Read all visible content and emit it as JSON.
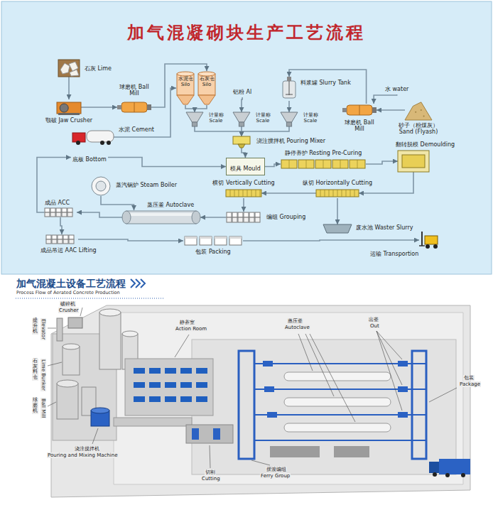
{
  "diagram": {
    "title": "加气混凝砌块生产工艺流程",
    "nodes": [
      {
        "text": [
          "石灰 Lime"
        ]
      },
      {
        "text": [
          "颚破 Jaw Crusher"
        ]
      },
      {
        "text": [
          "球磨机 Ball Mill"
        ]
      },
      {
        "text": [
          "水泥仓 Silo"
        ]
      },
      {
        "text": [
          "石灰仓 Silo"
        ]
      },
      {
        "text": [
          "铝粉 Al"
        ]
      },
      {
        "text": [
          "料浆罐 Slurry Tank"
        ]
      },
      {
        "text": [
          "水 water"
        ]
      },
      {
        "text": [
          "球磨机 Ball Mill"
        ]
      },
      {
        "text": [
          "砂子（粉煤灰） Sand (Flyash)"
        ]
      },
      {
        "text": [
          "计量称 Scale"
        ]
      },
      {
        "text": [
          "计量称 Scale"
        ]
      },
      {
        "text": [
          "计量称 Scale"
        ]
      },
      {
        "text": [
          "水泥 Cement"
        ]
      },
      {
        "text": [
          "浇注搅拌机 Pouring Mixer"
        ]
      },
      {
        "text": [
          "底板 Bottom"
        ]
      },
      {
        "text": [
          "模具 Mould"
        ]
      },
      {
        "text": [
          "静停养护 Resting Pre-Curing"
        ]
      },
      {
        "text": [
          "翻转脱模 Demoulding"
        ]
      },
      {
        "text": [
          "蒸汽锅炉 Steam Boiler"
        ]
      },
      {
        "text": [
          "横切 Vertically Cutting"
        ]
      },
      {
        "text": [
          "纵切 Horizontally Cutting"
        ]
      },
      {
        "text": [
          "成品 ACC"
        ]
      },
      {
        "text": [
          "蒸压釜 Autoclave"
        ]
      },
      {
        "text": [
          "编组 Grouping"
        ]
      },
      {
        "text": [
          "废水池 Waster Slurry"
        ]
      },
      {
        "text": [
          "成品吊运 AAC Lifting"
        ]
      },
      {
        "text": [
          "包装 Packing"
        ]
      },
      {
        "text": [
          "运输 Transportion"
        ]
      }
    ],
    "edges": [
      {
        "from": 0,
        "to": 1,
        "arrow": "to"
      },
      {
        "from": 1,
        "to": 2,
        "arrow": "to"
      },
      {
        "from": 2,
        "to": 4,
        "arrow": "to"
      },
      {
        "from": 13,
        "to": 3,
        "arrow": "to"
      },
      {
        "from": 3,
        "to": 10,
        "arrow": "to"
      },
      {
        "from": 4,
        "to": 10,
        "arrow": "to"
      },
      {
        "from": 5,
        "to": 11,
        "arrow": "to"
      },
      {
        "from": 9,
        "to": 8,
        "arrow": "to"
      },
      {
        "from": 7,
        "to": 8,
        "arrow": "to"
      },
      {
        "from": 8,
        "to": 6,
        "arrow": "to"
      },
      {
        "from": 6,
        "to": 12,
        "arrow": "to"
      },
      {
        "from": 10,
        "to": 14,
        "arrow": "to"
      },
      {
        "from": 11,
        "to": 14,
        "arrow": "to"
      },
      {
        "from": 12,
        "to": 14,
        "arrow": "to"
      },
      {
        "from": 14,
        "to": 16,
        "arrow": "to"
      },
      {
        "from": 15,
        "to": 16,
        "arrow": "to"
      },
      {
        "from": 22,
        "to": 15,
        "arrow": "to"
      },
      {
        "from": 16,
        "to": 17,
        "arrow": "to"
      },
      {
        "from": 17,
        "to": 18,
        "arrow": "to"
      },
      {
        "from": 18,
        "to": 21,
        "arrow": "to"
      },
      {
        "from": 21,
        "to": 20,
        "arrow": "to"
      },
      {
        "from": 21,
        "to": 25,
        "arrow": "to"
      },
      {
        "from": 20,
        "to": 24,
        "arrow": "to"
      },
      {
        "from": 24,
        "to": 23,
        "arrow": "to"
      },
      {
        "from": 19,
        "to": 23,
        "arrow": "to"
      },
      {
        "from": 23,
        "to": 22,
        "arrow": "to"
      },
      {
        "from": 22,
        "to": 26,
        "arrow": "to"
      },
      {
        "from": 26,
        "to": 27,
        "arrow": "to"
      },
      {
        "from": 27,
        "to": 28,
        "arrow": "to"
      }
    ],
    "labels": [
      "加气混凝土设备工艺流程",
      "Process Flow of Aerated Concrete Production",
      "破碎机",
      "Crusher",
      "提升机",
      "Elevator",
      "石灰料仓",
      "Lime Bunker",
      "球磨机",
      "Ball Mill",
      "静养室",
      "Action Room",
      "蒸压釜",
      "Autoclave",
      "出釜",
      "Out",
      "包装",
      "Package",
      "浇注搅拌机",
      "Pouring and Mixing Machine",
      "切割",
      "Cutting",
      "摆渡编组",
      "Ferry Group"
    ]
  }
}
